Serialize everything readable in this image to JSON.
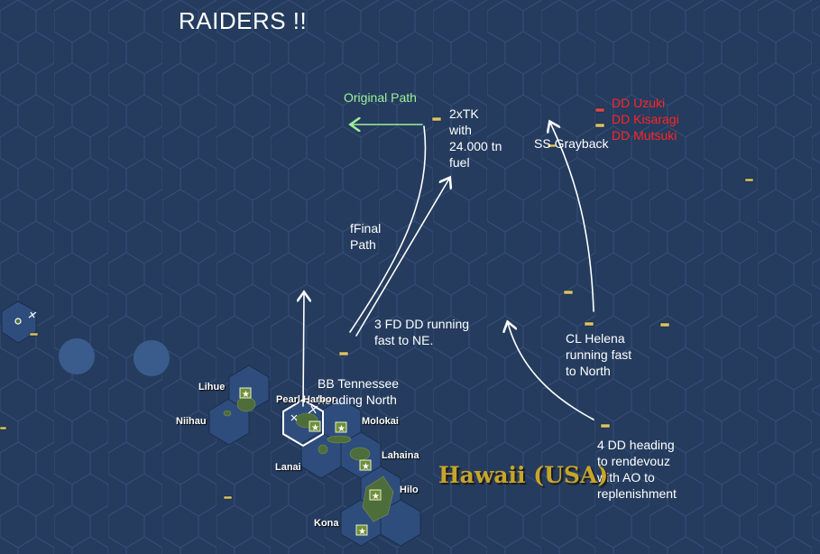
{
  "title": "RAIDERS !!",
  "annotations": {
    "original_path": "Original Path",
    "tankers": "2xTK\nwith\n24.000 tn\nfuel",
    "final_path": "fFinal\nPath",
    "submarine": "SS Grayback",
    "fd_dd": "3 FD DD running\nfast to NE.",
    "battleship": "BB Tennessee\nheading North",
    "cruiser": "CL Helena\nrunning fast\nto North",
    "dd_group": "4 DD heading\nto rendevouz\nwith AO to\nreplenishment"
  },
  "enemy_ships": [
    "DD Uzuki",
    "DD Kisaragi",
    "DD Mutsuki"
  ],
  "islands": {
    "lihue": "Lihue",
    "niihau": "Niihau",
    "pearl_harbor": "Pearl Harbor",
    "molokai": "Molokai",
    "lahaina": "Lahaina",
    "lanai": "Lanai",
    "hilo": "Hilo",
    "kona": "Kona"
  },
  "region_label": "Hawaii (USA)",
  "colors": {
    "ocean": "#253c5e",
    "hex_grid": "#35507a",
    "arrow": "#ffffff",
    "original_path_arrow": "#9ef09a",
    "enemy_text": "#ff2424",
    "region_label": "#c8a52a"
  }
}
